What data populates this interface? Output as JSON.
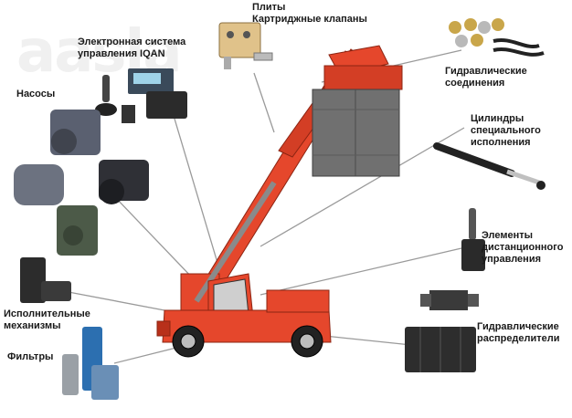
{
  "watermark": "aasla",
  "colors": {
    "boom": "#e5472c",
    "boom_dark": "#b8301a",
    "cylinder": "#8a8a8a",
    "container": "#6f6f6f",
    "leader": "#9a9a9a"
  },
  "labels": {
    "plates": [
      "Плиты",
      "Картриджные клапаны"
    ],
    "electronic": [
      "Электронная система",
      "управления IQAN"
    ],
    "pumps": [
      "Насосы"
    ],
    "fittings": [
      "Гидравлические",
      "соединения"
    ],
    "cylinders": [
      "Цилиндры",
      "специального",
      "исполнения"
    ],
    "remote": [
      "Элементы",
      "дистанционного",
      "управления"
    ],
    "actuators": [
      "Исполнительные",
      "механизмы"
    ],
    "distributors": [
      "Гидравлические",
      "распределители"
    ],
    "filters": [
      "Фильтры"
    ]
  },
  "components": [
    {
      "id": "plates",
      "icon": "valve-block-icon"
    },
    {
      "id": "electronic",
      "icon": "joystick-controller-icon"
    },
    {
      "id": "pumps",
      "icon": "pump-icon"
    },
    {
      "id": "fittings",
      "icon": "fittings-icon"
    },
    {
      "id": "cylinders",
      "icon": "hydraulic-cylinder-icon"
    },
    {
      "id": "remote",
      "icon": "remote-lever-icon"
    },
    {
      "id": "actuators",
      "icon": "actuator-icon"
    },
    {
      "id": "distributors",
      "icon": "directional-valve-icon"
    },
    {
      "id": "filters",
      "icon": "filter-icon"
    }
  ]
}
